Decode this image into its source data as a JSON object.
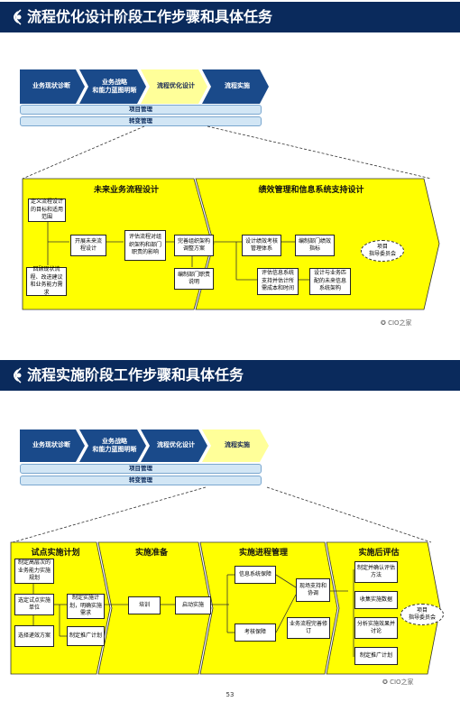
{
  "section1": {
    "title": "流程优化设计阶段工作步骤和具体任务",
    "phases": [
      "业务现状诊断",
      "业务战略\n和能力蓝图明晰",
      "流程优化设计",
      "流程实施"
    ],
    "bars": [
      "项目管理",
      "转变管理"
    ],
    "panel_left_title": "未来业务流程设计",
    "panel_right_title": "绩效管理和信息系统支持设计",
    "boxes": {
      "define_goal": "定义流程设计的目标和适用范围",
      "review_current": "回顾现状流程、改进建议和业务能力需求",
      "start_design": "开展未来流程设计",
      "assess_impact": "评估流程对组织架构和部门职责的影响",
      "refine_org": "完善组织架构调整方案",
      "dept_duty": "编制部门职责说明",
      "design_kpi": "设计绩效考核管理体系",
      "dept_kpi": "编制部门绩效指标",
      "assess_it": "评估信息系统支持并估计所需成本和时间",
      "design_it_arch": "设计与业务匹配的未来信息系统架构"
    },
    "committee": "项目\n指导委员会",
    "watermark": "CIO之家"
  },
  "section2": {
    "title": "流程实施阶段工作步骤和具体任务",
    "phases": [
      "业务现状诊断",
      "业务战略\n和能力蓝图明晰",
      "流程优化设计",
      "流程实施"
    ],
    "bars": [
      "项目管理",
      "转变管理"
    ],
    "panel_titles": [
      "试点实施计划",
      "实施准备",
      "实施进程管理",
      "实施后评估"
    ],
    "boxes": {
      "high_level_plan": "制定高层次的业务能力实施规划",
      "choose_pilot": "选定试点实施单位",
      "choose_way": "选择递效方案",
      "detail_plan": "制定实施计划，明确实施需求",
      "promote_plan": "制定推广计划",
      "training": "培训",
      "launch": "启动实施",
      "it_support": "信息系统保障",
      "kpi_support": "考核保障",
      "field_support": "现场支持和协调",
      "process_refine": "业务流程完善修订",
      "acceptance": "制定并确认评估方法",
      "collect_data": "收集实施数据",
      "analyze_effect": "分析实施效果并讨论",
      "rollout_plan": "制定推广计划"
    },
    "committee": "项目\n指导委员会",
    "watermark": "CIO之家"
  },
  "page_number": "53",
  "colors": {
    "header_bg": "#0a2a5c",
    "phase_blue": "#1a4a8a",
    "phase_yellow": "#ffff99",
    "panel_yellow": "#ffff00"
  }
}
